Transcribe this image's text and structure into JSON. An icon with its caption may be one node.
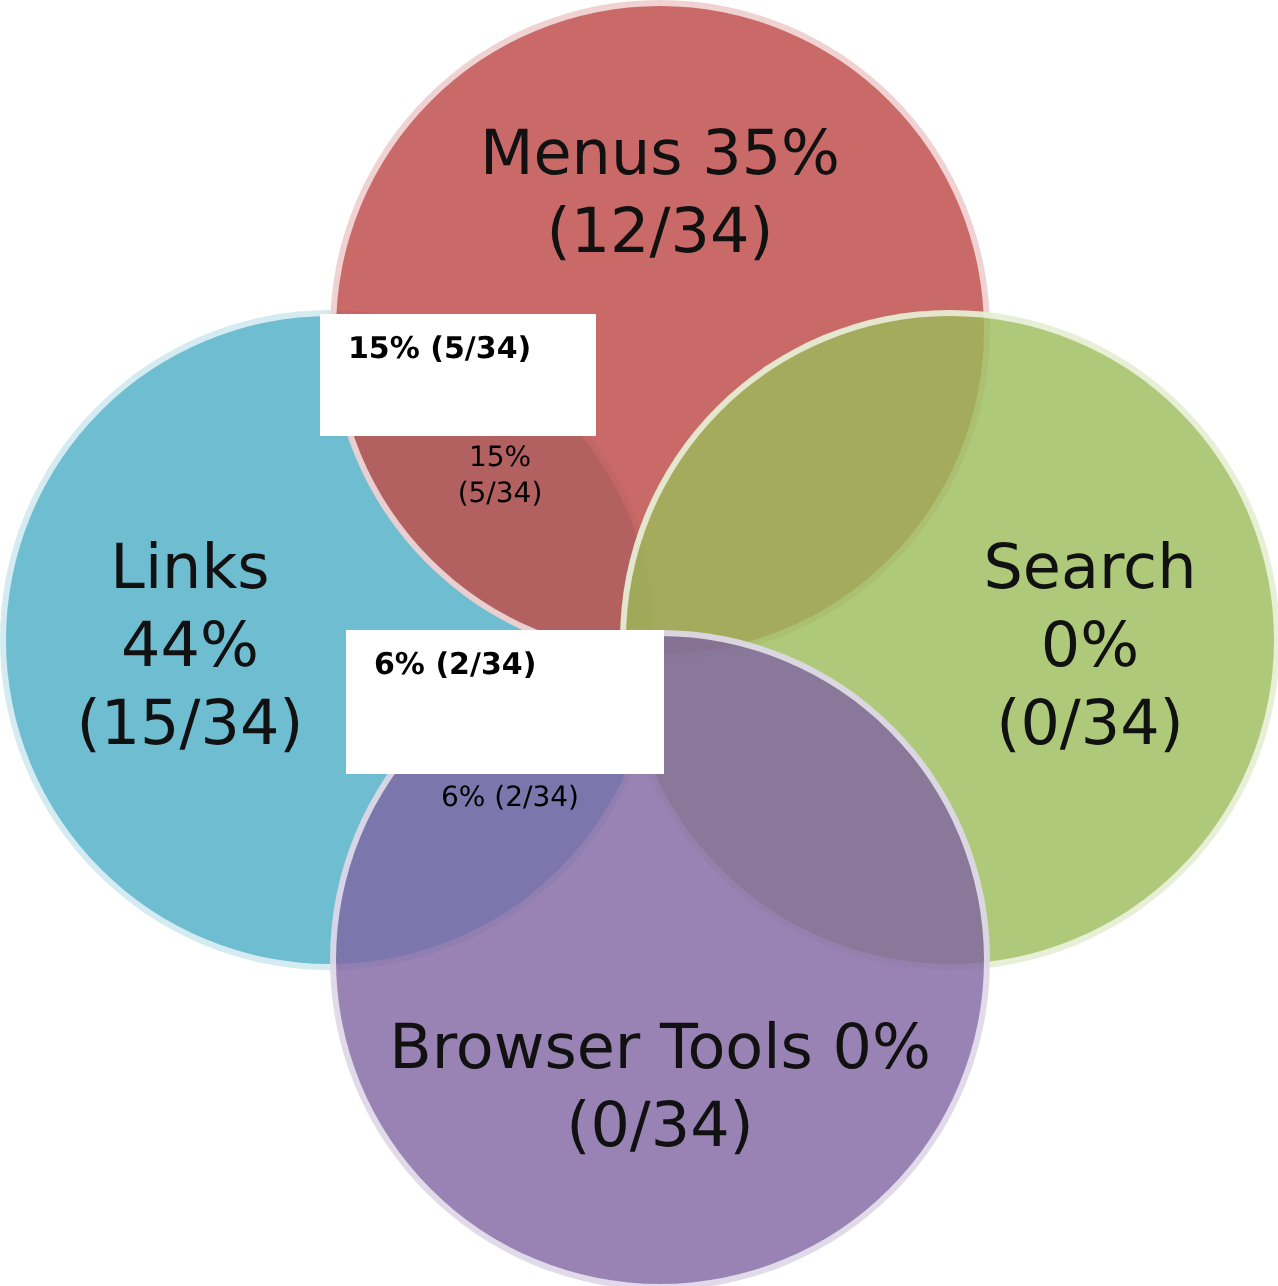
{
  "diagram": {
    "nodes": [
      {
        "text": [
          "Menus 35% (12/34)"
        ]
      },
      {
        "text": [
          "Links 44% (15/34)"
        ]
      },
      {
        "text": [
          "Search 0% (0/34)"
        ]
      },
      {
        "text": [
          "Browser Tools 0% (0/34)"
        ]
      },
      {
        "text": [
          "15% (5/34)"
        ]
      },
      {
        "text": [
          "6% (2/34)"
        ]
      }
    ],
    "edges": [],
    "labels": [
      "15% (5/34)",
      "6% (2/34)"
    ]
  }
}
